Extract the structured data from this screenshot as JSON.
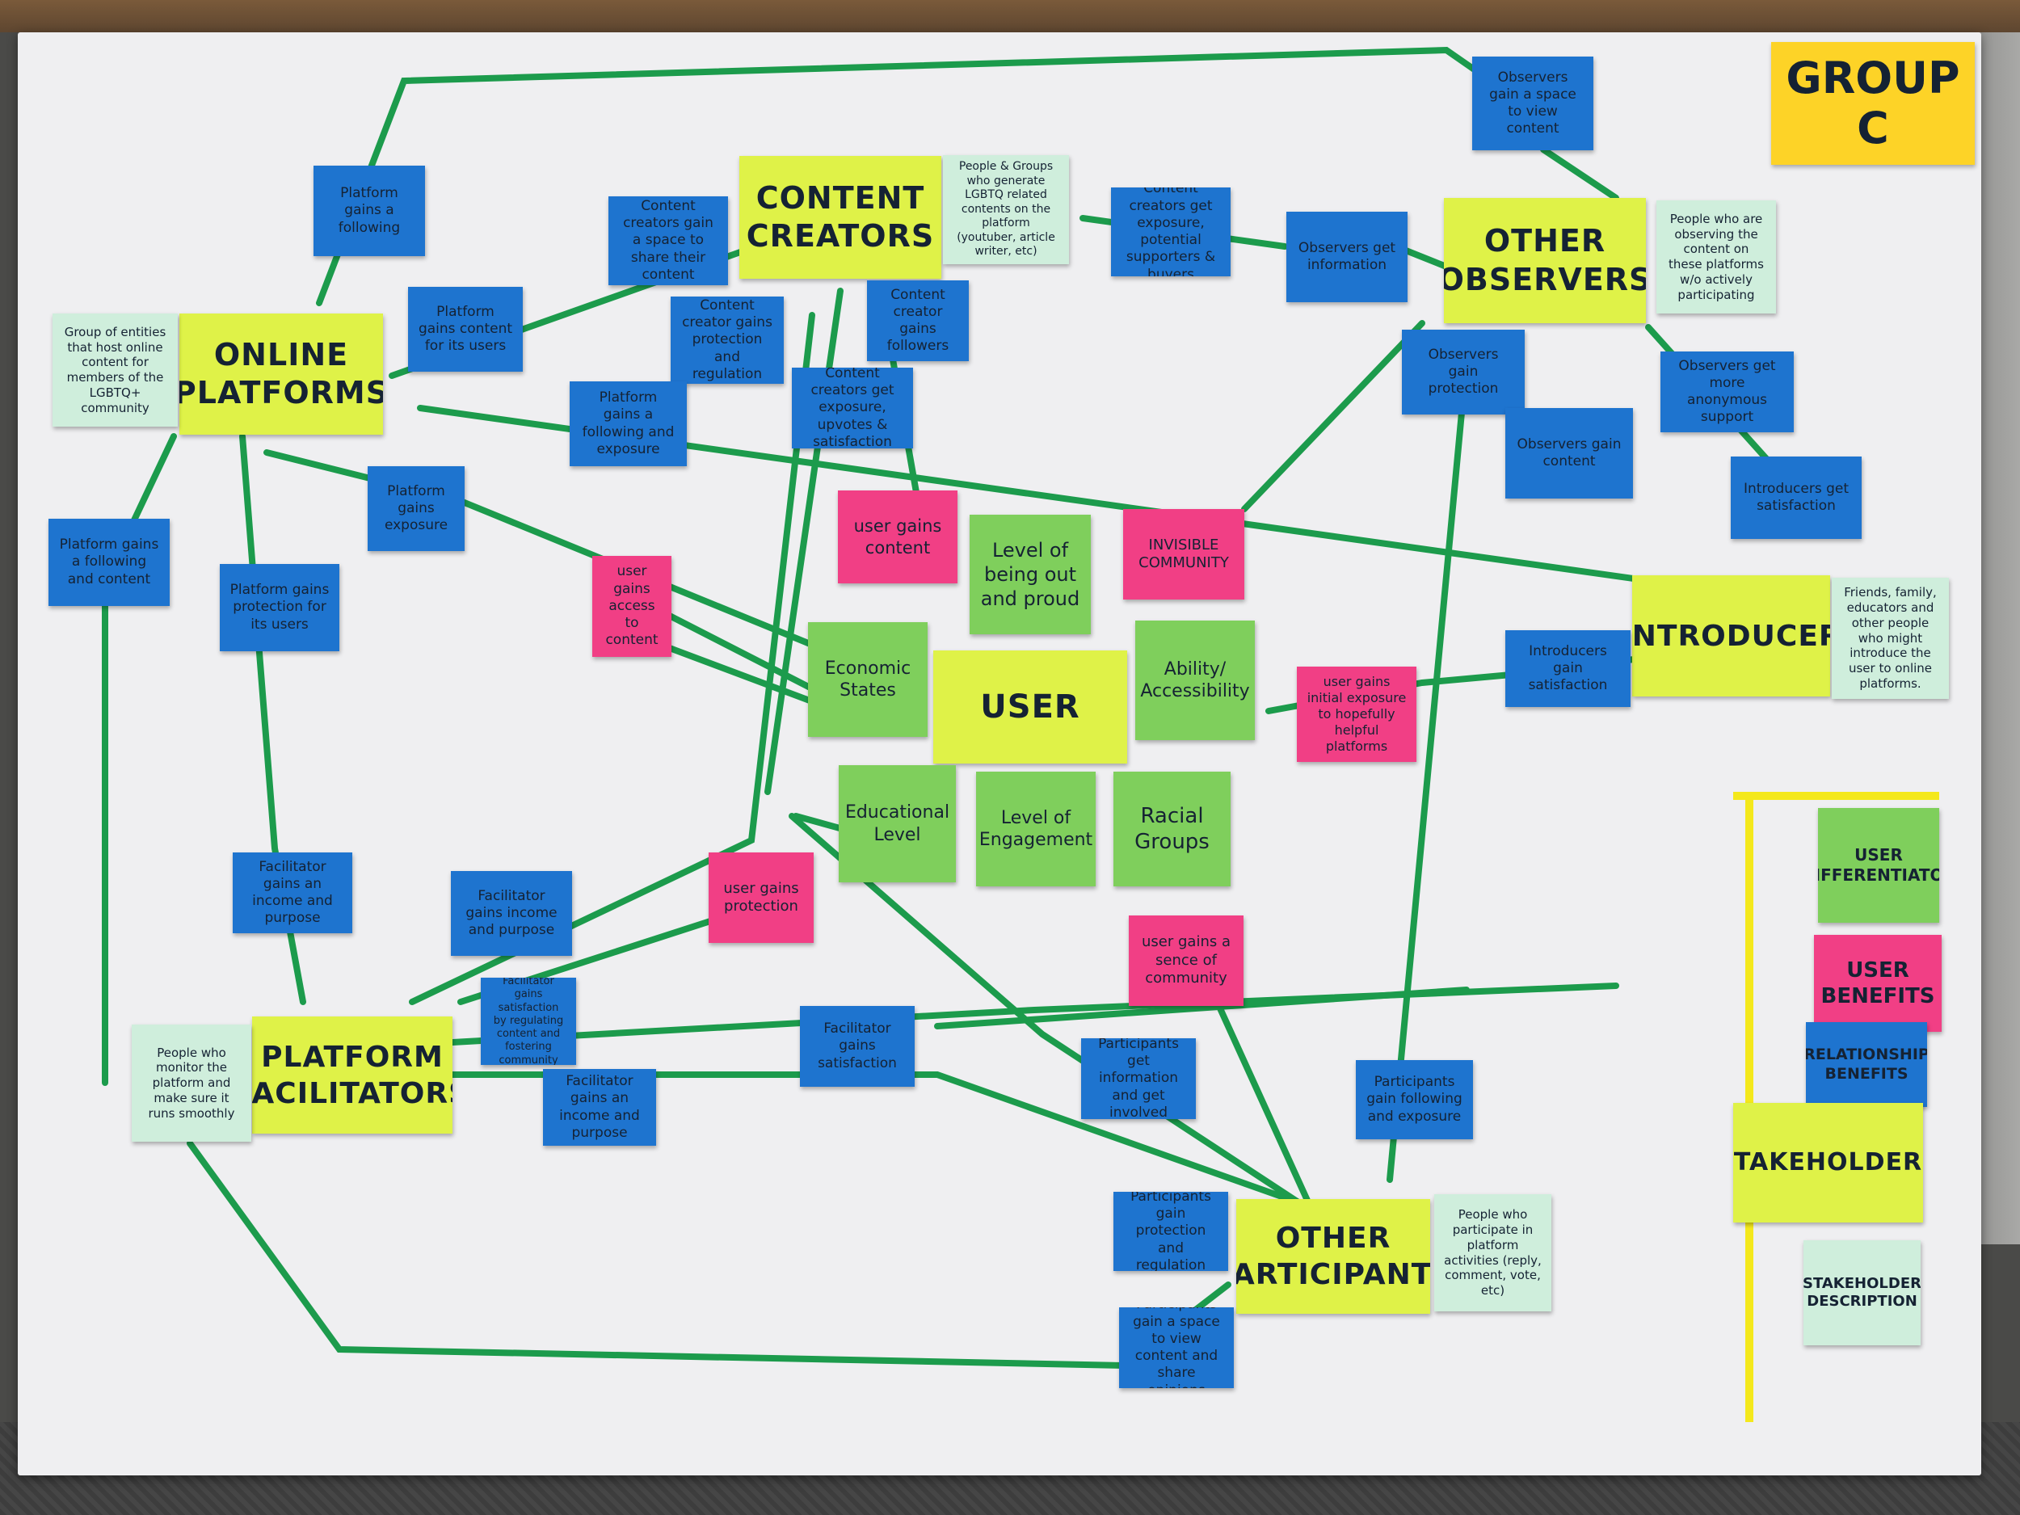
{
  "title": "GROUP\nC",
  "stakeholders": {
    "content_creators": "CONTENT\nCREATORS",
    "online_platforms": "ONLINE\nPLATFORMS",
    "other_observers": "OTHER\nOBSERVERS",
    "introducer": "INTRODUCER",
    "user": "USER",
    "platform_facilitators": "PLATFORM\nFACILITATORS",
    "other_participants": "OTHER\nPARTICIPANTS"
  },
  "descriptions": {
    "content_creators": "People & Groups who generate LGBTQ related contents on the platform (youtuber, article writer, etc)",
    "online_platforms": "Group of entities that host online content for members of the LGBTQ+ community",
    "other_observers": "People who are observing the content on these platforms w/o actively participating",
    "introducer": "Friends, family, educators and other people who might introduce the user to online platforms.",
    "platform_facilitators": "People who monitor the platform and make sure it runs smoothly",
    "other_participants": "People who participate in platform activities (reply, comment, vote, etc)"
  },
  "relationship_benefits": {
    "platform_following": "Platform gains a following",
    "creators_space": "Content creators gain a space to share their content",
    "platform_content": "Platform gains content for its users",
    "creator_protection": "Content creator gains protection and regulation",
    "creator_followers": "Content creator gains followers",
    "creators_exposure": "Content creators get exposure, upvotes & satisfaction",
    "platform_following_exposure": "Platform gains a following and exposure",
    "creators_exposure_support": "Content creators get exposure, potential supporters & buyers",
    "observers_info": "Observers get information",
    "observers_space": "Observers gain a space to view content",
    "observers_protection": "Observers gain protection",
    "observers_content": "Observers gain content",
    "observers_anonymous": "Observers get more anonymous support",
    "introducers_satisfaction": "Introducers get satisfaction",
    "introducers_gain_satisfaction": "Introducers gain satisfaction",
    "platform_exposure": "Platform gains exposure",
    "platform_following_content": "Platform gains a following and content",
    "platform_protection": "Platform gains protection for its users",
    "facilitator_income_purpose": "Facilitator gains an income and purpose",
    "facilitator_income_purpose_2": "Facilitator gains income and purpose",
    "facilitator_satisfaction_community": "Facilitator gains satisfaction by regulating content and fostering community",
    "facilitator_satisfaction": "Facilitator gains satisfaction",
    "facilitator_income_purpose_3": "Facilitator gains an income and purpose",
    "participants_info": "Participants get information and get involved",
    "participants_following": "Participants gain following and exposure",
    "participants_protection": "Participants gain protection and regulation",
    "participants_space": "Participants gain a space to view content and share opinions"
  },
  "user_benefits": {
    "content": "user gains content",
    "access": "user gains access to content",
    "exposure": "user gains initial exposure to hopefully helpful platforms",
    "protection": "user gains protection",
    "community": "user gains a sence of community",
    "invisible": "INVISIBLE COMMUNITY"
  },
  "user_differentiators": {
    "out_proud": "Level of being out and proud",
    "economic": "Economic States",
    "ability": "Ability/ Accessibility",
    "educational": "Educational Level",
    "engagement": "Level of Engagement",
    "racial": "Racial Groups"
  },
  "legend": {
    "user_differentiator": "USER\nDIFFERENTIATOR",
    "user_benefits": "USER\nBENEFITS",
    "relationship_benefits": "RELATIONSHIP\nBENEFITS",
    "stakeholders": "STAKEHOLDERS",
    "stakeholder_description": "STAKEHOLDER\nDESCRIPTION"
  },
  "colors": {
    "stakeholder": "#dff248",
    "user_differentiator": "#7fcf5c",
    "user_benefit": "#f13f85",
    "relationship_benefit": "#1e74cf",
    "description": "#cfeedc",
    "tape": "#1c9b4c",
    "legend_border": "#f4e81c"
  }
}
